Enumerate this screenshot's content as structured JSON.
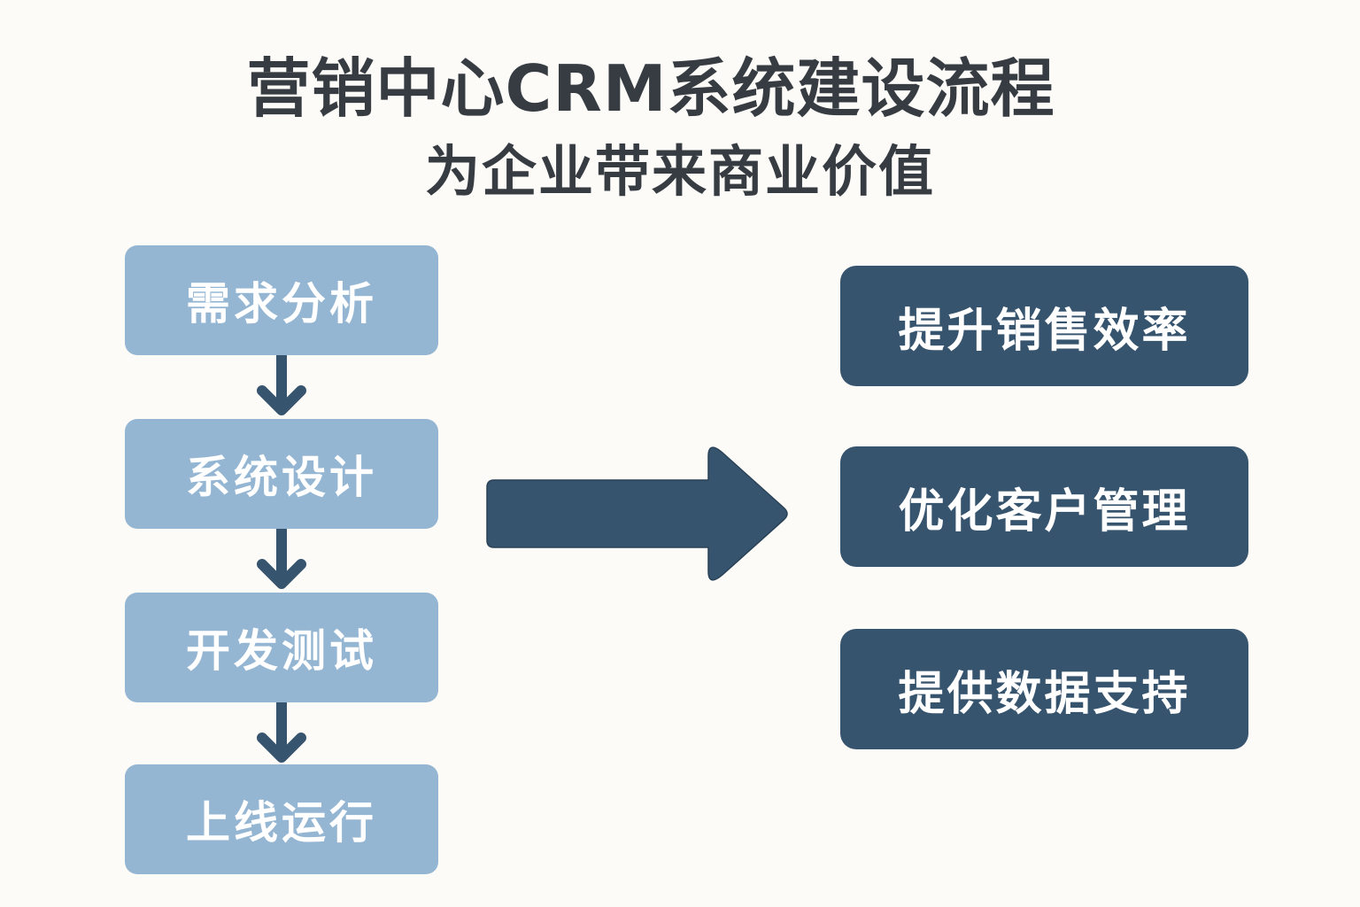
{
  "header": {
    "title": "营销中心CRM系统建设流程",
    "subtitle": "为企业带来商业价值"
  },
  "process": {
    "steps": [
      {
        "label": "需求分析"
      },
      {
        "label": "系统设计"
      },
      {
        "label": "开发测试"
      },
      {
        "label": "上线运行"
      }
    ],
    "connector_icon": "arrow-down-icon"
  },
  "transition": {
    "icon": "arrow-right-icon"
  },
  "benefits": {
    "items": [
      {
        "label": "提升销售效率"
      },
      {
        "label": "优化客户管理"
      },
      {
        "label": "提供数据支持"
      }
    ]
  },
  "colors": {
    "background": "#fcfbf8",
    "title": "#363c42",
    "step_box": "#95b6d3",
    "benefit_box": "#37546e",
    "arrow": "#37546e",
    "box_text": "#ffffff"
  }
}
